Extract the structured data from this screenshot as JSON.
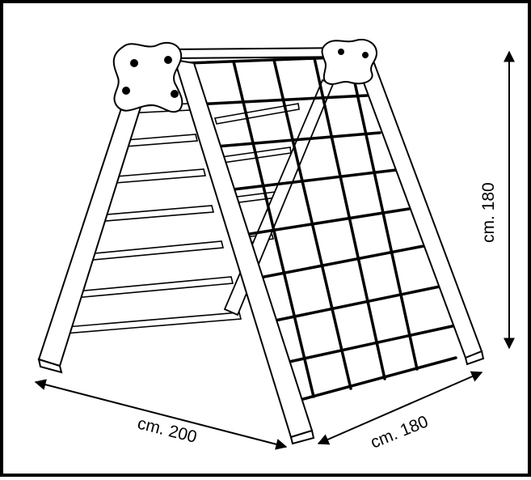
{
  "colors": {
    "ink": "#000000",
    "paper": "#ffffff"
  },
  "dimensions": {
    "width": "cm. 200",
    "depth": "cm. 180",
    "height": "cm. 180"
  }
}
